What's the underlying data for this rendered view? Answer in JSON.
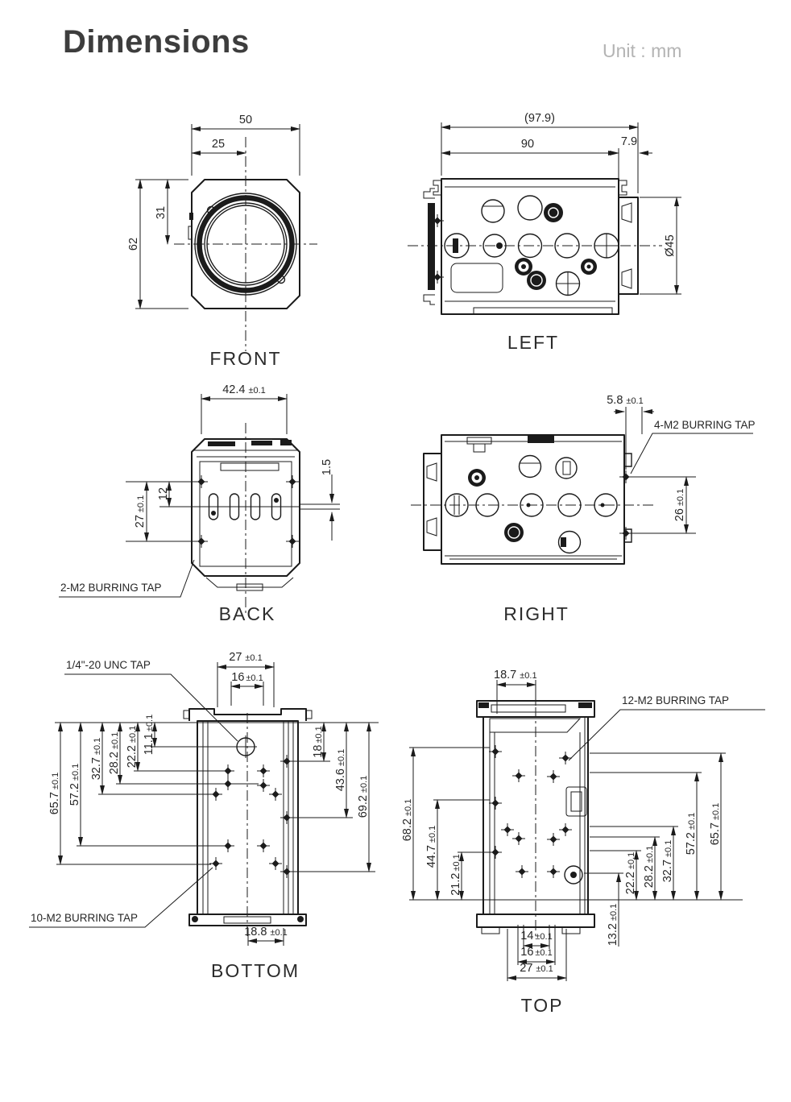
{
  "header": {
    "title": "Dimensions",
    "unit_label": "Unit : mm"
  },
  "colors": {
    "line": "#1b1b1b",
    "text": "#262626",
    "muted": "#b4b4b4"
  },
  "views": {
    "front": {
      "caption": "FRONT",
      "dims": {
        "overall_width": {
          "v": "50"
        },
        "lens_center_x": {
          "v": "25"
        },
        "overall_height": {
          "v": "62"
        },
        "lens_center_y": {
          "v": "31"
        }
      }
    },
    "left": {
      "caption": "LEFT",
      "dims": {
        "overall_depth": {
          "v": "(97.9)"
        },
        "body_depth": {
          "v": "90"
        },
        "front_protrusion": {
          "v": "7.9"
        },
        "lens_diameter": {
          "v": "Ø45"
        }
      }
    },
    "back": {
      "caption": "BACK",
      "note": "2-M2 BURRING TAP",
      "dims": {
        "width_42_4": {
          "v": "42.4",
          "t": "±0.1"
        },
        "slot_center_12": {
          "v": "12"
        },
        "tap_pitch_27": {
          "v": "27",
          "t": "±0.1"
        },
        "plate_1_5": {
          "v": "1.5"
        }
      }
    },
    "right": {
      "caption": "RIGHT",
      "note": "4-M2 BURRING TAP",
      "dims": {
        "offset_5_8": {
          "v": "5.8",
          "t": "±0.1"
        },
        "pitch_26": {
          "v": "26",
          "t": "±0.1"
        }
      }
    },
    "bottom": {
      "caption": "BOTTOM",
      "notes": {
        "unc": "1/4\"-20 UNC TAP",
        "m2": "10-M2 BURRING TAP"
      },
      "dims": {
        "top_27": {
          "v": "27",
          "t": "±0.1"
        },
        "top_16": {
          "v": "16",
          "t": "±0.1"
        },
        "left_65_7": {
          "v": "65.7",
          "t": "±0.1"
        },
        "left_57_2": {
          "v": "57.2",
          "t": "±0.1"
        },
        "left_32_7": {
          "v": "32.7",
          "t": "±0.1"
        },
        "left_28_2": {
          "v": "28.2",
          "t": "±0.1"
        },
        "left_22_2": {
          "v": "22.2",
          "t": "±0.1"
        },
        "left_11_1": {
          "v": "11.1",
          "t": "±0.1"
        },
        "right_18": {
          "v": "18",
          "t": "±0.1"
        },
        "right_43_6": {
          "v": "43.6",
          "t": "±0.1"
        },
        "right_69_2": {
          "v": "69.2",
          "t": "±0.1"
        },
        "bottom_18_8": {
          "v": "18.8",
          "t": "±0.1"
        }
      }
    },
    "top": {
      "caption": "TOP",
      "notes": {
        "m2": "12-M2 BURRING TAP"
      },
      "dims": {
        "top_18_7": {
          "v": "18.7",
          "t": "±0.1"
        },
        "left_68_2": {
          "v": "68.2",
          "t": "±0.1"
        },
        "left_44_7": {
          "v": "44.7",
          "t": "±0.1"
        },
        "left_21_2": {
          "v": "21.2",
          "t": "±0.1"
        },
        "right_65_7": {
          "v": "65.7",
          "t": "±0.1"
        },
        "right_57_2": {
          "v": "57.2",
          "t": "±0.1"
        },
        "right_32_7": {
          "v": "32.7",
          "t": "±0.1"
        },
        "right_28_2": {
          "v": "28.2",
          "t": "±0.1"
        },
        "right_22_2": {
          "v": "22.2",
          "t": "±0.1"
        },
        "right_13_2": {
          "v": "13.2",
          "t": "±0.1"
        },
        "bottom_14": {
          "v": "14",
          "t": "±0.1"
        },
        "bottom_16": {
          "v": "16",
          "t": "±0.1"
        },
        "bottom_27": {
          "v": "27",
          "t": "±0.1"
        }
      }
    }
  }
}
